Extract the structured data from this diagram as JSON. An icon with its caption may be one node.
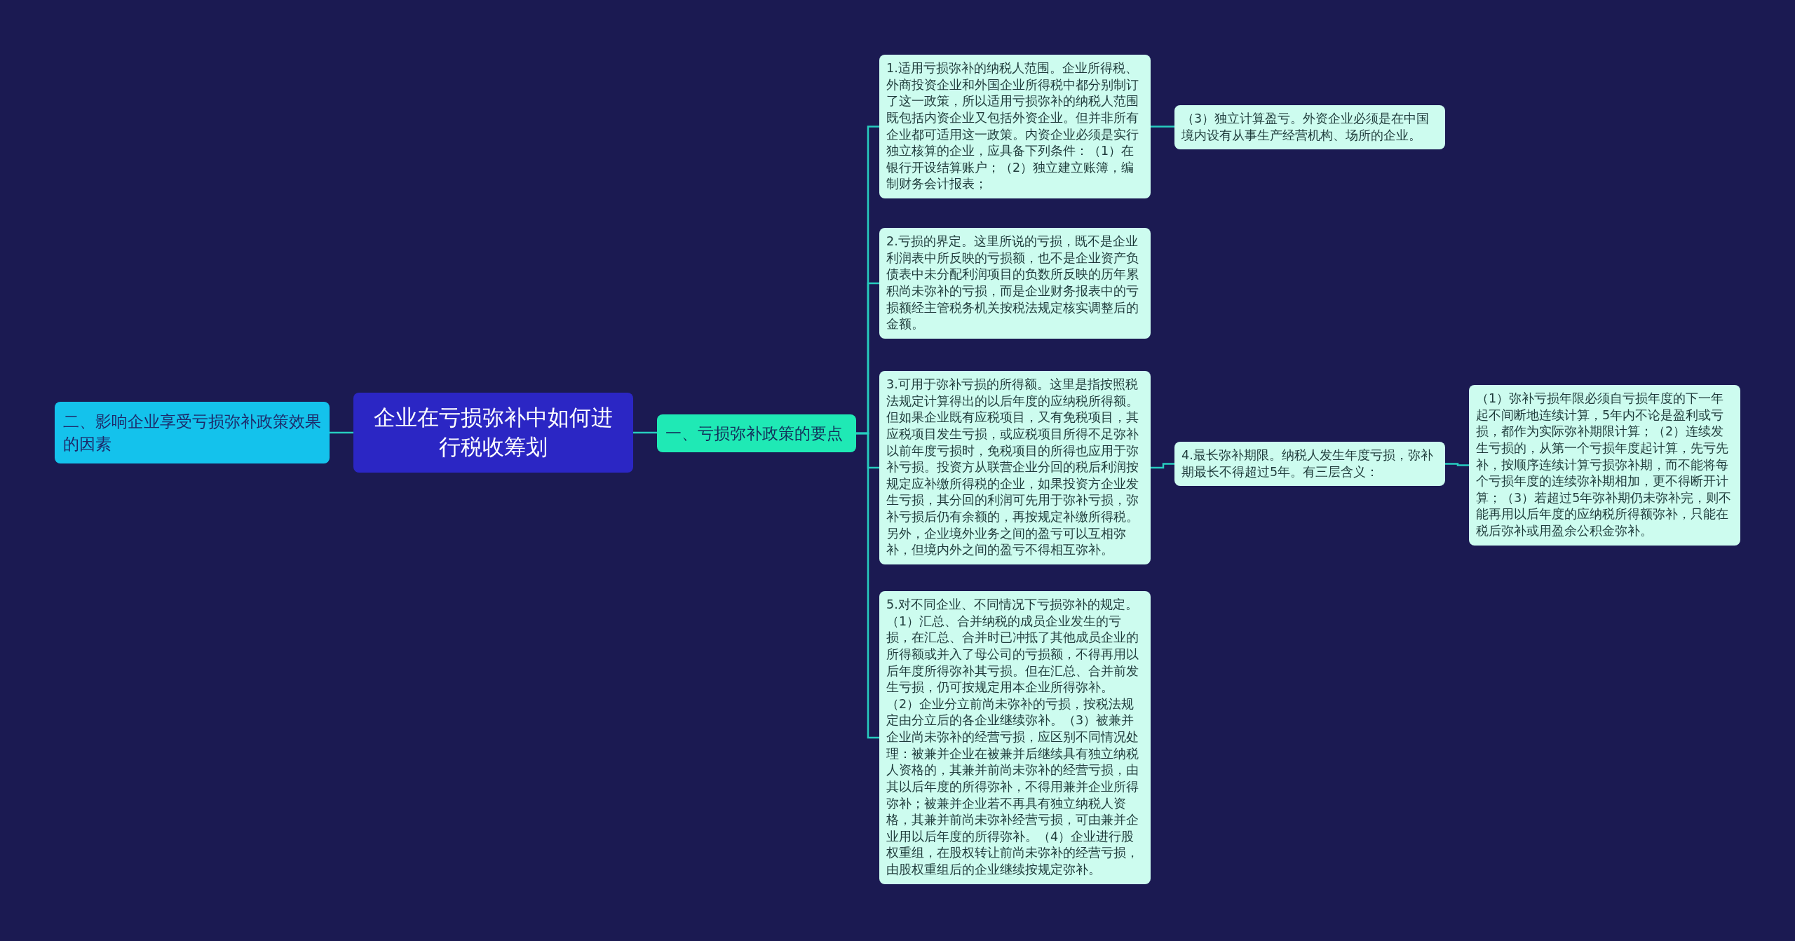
{
  "diagram": {
    "nodes": [
      {
        "text": [
          "企业在亏损弥补中如何进行税收筹划"
        ]
      },
      {
        "text": [
          "二、影响企业享受亏损弥补政策效果的因素"
        ]
      },
      {
        "text": [
          "一、亏损弥补政策的要点"
        ]
      },
      {
        "text": [
          "1.适用亏损弥补的纳税人范围。企业所得税、外商投资企业和外国企业所得税中都分别制订了这一政策，所以适用亏损弥补的纳税人范围既包括内资企业又包括外资企业。但并非所有企业都可适用这一政策。内资企业必须是实行独立核算的企业，应具备下列条件：（1）在银行开设结算账户；（2）独立建立账簿，编制财务会计报表；"
        ]
      },
      {
        "text": [
          "（3）独立计算盈亏。外资企业必须是在中国境内设有从事生产经营机构、场所的企业。"
        ]
      },
      {
        "text": [
          "2.亏损的界定。这里所说的亏损，既不是企业利润表中所反映的亏损额，也不是企业资产负债表中未分配利润项目的负数所反映的历年累积尚未弥补的亏损，而是企业财务报表中的亏损额经主管税务机关按税法规定核实调整后的金额。"
        ]
      },
      {
        "text": [
          "3.可用于弥补亏损的所得额。这里是指按照税法规定计算得出的以后年度的应纳税所得额。但如果企业既有应税项目，又有免税项目，其应税项目发生亏损，或应税项目所得不足弥补以前年度亏损时，免税项目的所得也应用于弥补亏损。投资方从联营企业分回的税后利润按规定应补缴所得税的企业，如果投资方企业发生亏损，其分回的利润可先用于弥补亏损，弥补亏损后仍有余额的，再按规定补缴所得税。另外，企业境外业务之间的盈亏可以互相弥补，但境内外之间的盈亏不得相互弥补。"
        ]
      },
      {
        "text": [
          "4.最长弥补期限。纳税人发生年度亏损，弥补期最长不得超过5年。有三层含义："
        ]
      },
      {
        "text": [
          "（1）弥补亏损年限必须自亏损年度的下一年起不间断地连续计算，5年内不论是盈利或亏损，都作为实际弥补期限计算；（2）连续发生亏损的，从第一个亏损年度起计算，先亏先补，按顺序连续计算亏损弥补期，而不能将每个亏损年度的连续弥补期相加，更不得断开计算；（3）若超过5年弥补期仍未弥补完，则不能再用以后年度的应纳税所得额弥补，只能在税后弥补或用盈余公积金弥补。"
        ]
      },
      {
        "text": [
          "5.对不同企业、不同情况下亏损弥补的规定。（1）汇总、合并纳税的成员企业发生的亏损，在汇总、合并时已冲抵了其他成员企业的所得额或并入了母公司的亏损额，不得再用以后年度所得弥补其亏损。但在汇总、合并前发生亏损，仍可按规定用本企业所得弥补。（2）企业分立前尚未弥补的亏损，按税法规定由分立后的各企业继续弥补。（3）被兼并企业尚未弥补的经营亏损，应区别不同情况处理：被兼并企业在被兼并后继续具有独立纳税人资格的，其兼并前尚未弥补的经营亏损，由其以后年度的所得弥补，不得用兼并企业所得弥补；被兼并企业若不再具有独立纳税人资格，其兼并前尚未弥补经营亏损，可由兼并企业用以后年度的所得弥补。（4）企业进行股权重组，在股权转让前尚未弥补的经营亏损，由股权重组后的企业继续按规定弥补。"
        ]
      }
    ],
    "edges": [
      {
        "from": 0,
        "to": 1,
        "arrow": "none"
      },
      {
        "from": 0,
        "to": 2,
        "arrow": "none"
      },
      {
        "from": 2,
        "to": 3,
        "arrow": "none"
      },
      {
        "from": 3,
        "to": 4,
        "arrow": "none"
      },
      {
        "from": 2,
        "to": 5,
        "arrow": "none"
      },
      {
        "from": 2,
        "to": 6,
        "arrow": "none"
      },
      {
        "from": 6,
        "to": 7,
        "arrow": "none"
      },
      {
        "from": 7,
        "to": 8,
        "arrow": "none"
      },
      {
        "from": 2,
        "to": 9,
        "arrow": "none"
      }
    ]
  }
}
